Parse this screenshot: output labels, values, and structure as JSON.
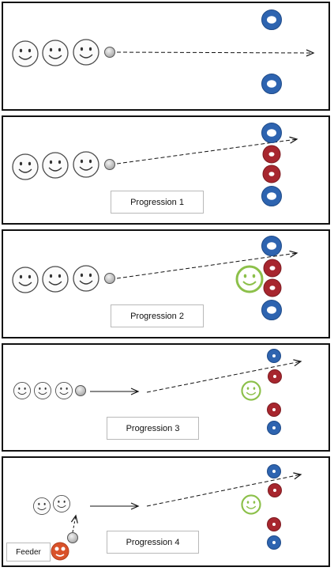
{
  "panels": [
    {
      "label": ""
    },
    {
      "label": "Progression 1"
    },
    {
      "label": "Progression 2"
    },
    {
      "label": "Progression 3"
    },
    {
      "label": "Progression 4"
    }
  ],
  "feeder_label": "Feeder",
  "colors": {
    "border": "#111111",
    "cone_blue": "#2e64b0",
    "cone_red": "#a7262e",
    "cone_green": "#8cc04a",
    "feeder_orange": "#d9522a",
    "ball": "#c8c8c8"
  },
  "icons": [
    "smiley-face-icon",
    "ball-icon",
    "blue-cone-icon",
    "red-cone-icon",
    "green-defender-icon",
    "feeder-icon"
  ]
}
